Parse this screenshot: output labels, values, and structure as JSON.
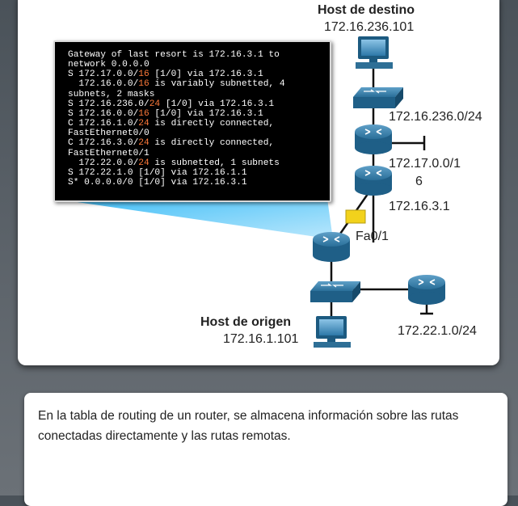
{
  "diagram": {
    "dest_host": {
      "title": "Host de destino",
      "ip": "172.16.236.101"
    },
    "source_host": {
      "title": "Host de origen",
      "ip": "172.16.1.101"
    },
    "network_labels": {
      "net_236": "172.16.236.0/24",
      "net_17_line1": "172.17.0.0/1",
      "net_17_line2": "6",
      "gw_ip": "172.16.3.1",
      "interface": "Fa0/1",
      "net_22": "172.22.1.0/24"
    },
    "terminal": [
      [
        {
          "t": "Gateway of last resort is 172.16.3.1 to"
        }
      ],
      [
        {
          "t": "network 0.0.0.0"
        }
      ],
      [
        {
          "t": "S 172.17.0.0/"
        },
        {
          "t": "16",
          "hl": true
        },
        {
          "t": " [1/0] via 172.16.3.1"
        }
      ],
      [
        {
          "t": "  172.16.0.0/"
        },
        {
          "t": "16",
          "hl": true
        },
        {
          "t": " is variably subnetted, 4"
        }
      ],
      [
        {
          "t": "subnets, 2 masks"
        }
      ],
      [
        {
          "t": "S 172.16.236.0/"
        },
        {
          "t": "24",
          "hl": true
        },
        {
          "t": " [1/0] via 172.16.3.1"
        }
      ],
      [
        {
          "t": "S 172.16.0.0/"
        },
        {
          "t": "16",
          "hl": true
        },
        {
          "t": " [1/0] via 172.16.3.1"
        }
      ],
      [
        {
          "t": "C 172.16.1.0/"
        },
        {
          "t": "24",
          "hl": true
        },
        {
          "t": " is directly connected,"
        }
      ],
      [
        {
          "t": "FastEthernet0/0"
        }
      ],
      [
        {
          "t": "C 172.16.3.0/"
        },
        {
          "t": "24",
          "hl": true
        },
        {
          "t": " is directly connected,"
        }
      ],
      [
        {
          "t": "FastEthernet0/1"
        }
      ],
      [
        {
          "t": "  172.22.0.0/"
        },
        {
          "t": "24",
          "hl": true
        },
        {
          "t": " is subnetted, 1 subnets"
        }
      ],
      [
        {
          "t": "S 172.22.1.0 [1/0] via 172.16.1.1"
        }
      ],
      [
        {
          "t": "S* 0.0.0.0/0 [1/0] via 172.16.3.1"
        }
      ]
    ],
    "colors": {
      "device_blue": "#1f5f87",
      "highlight": "#ff7a3a",
      "callout": "#4fc3f7",
      "interface_tag": "#f2d21c"
    }
  },
  "caption": "En la tabla de routing de un router, se almacena información sobre las rutas conectadas directamente y las rutas remotas."
}
